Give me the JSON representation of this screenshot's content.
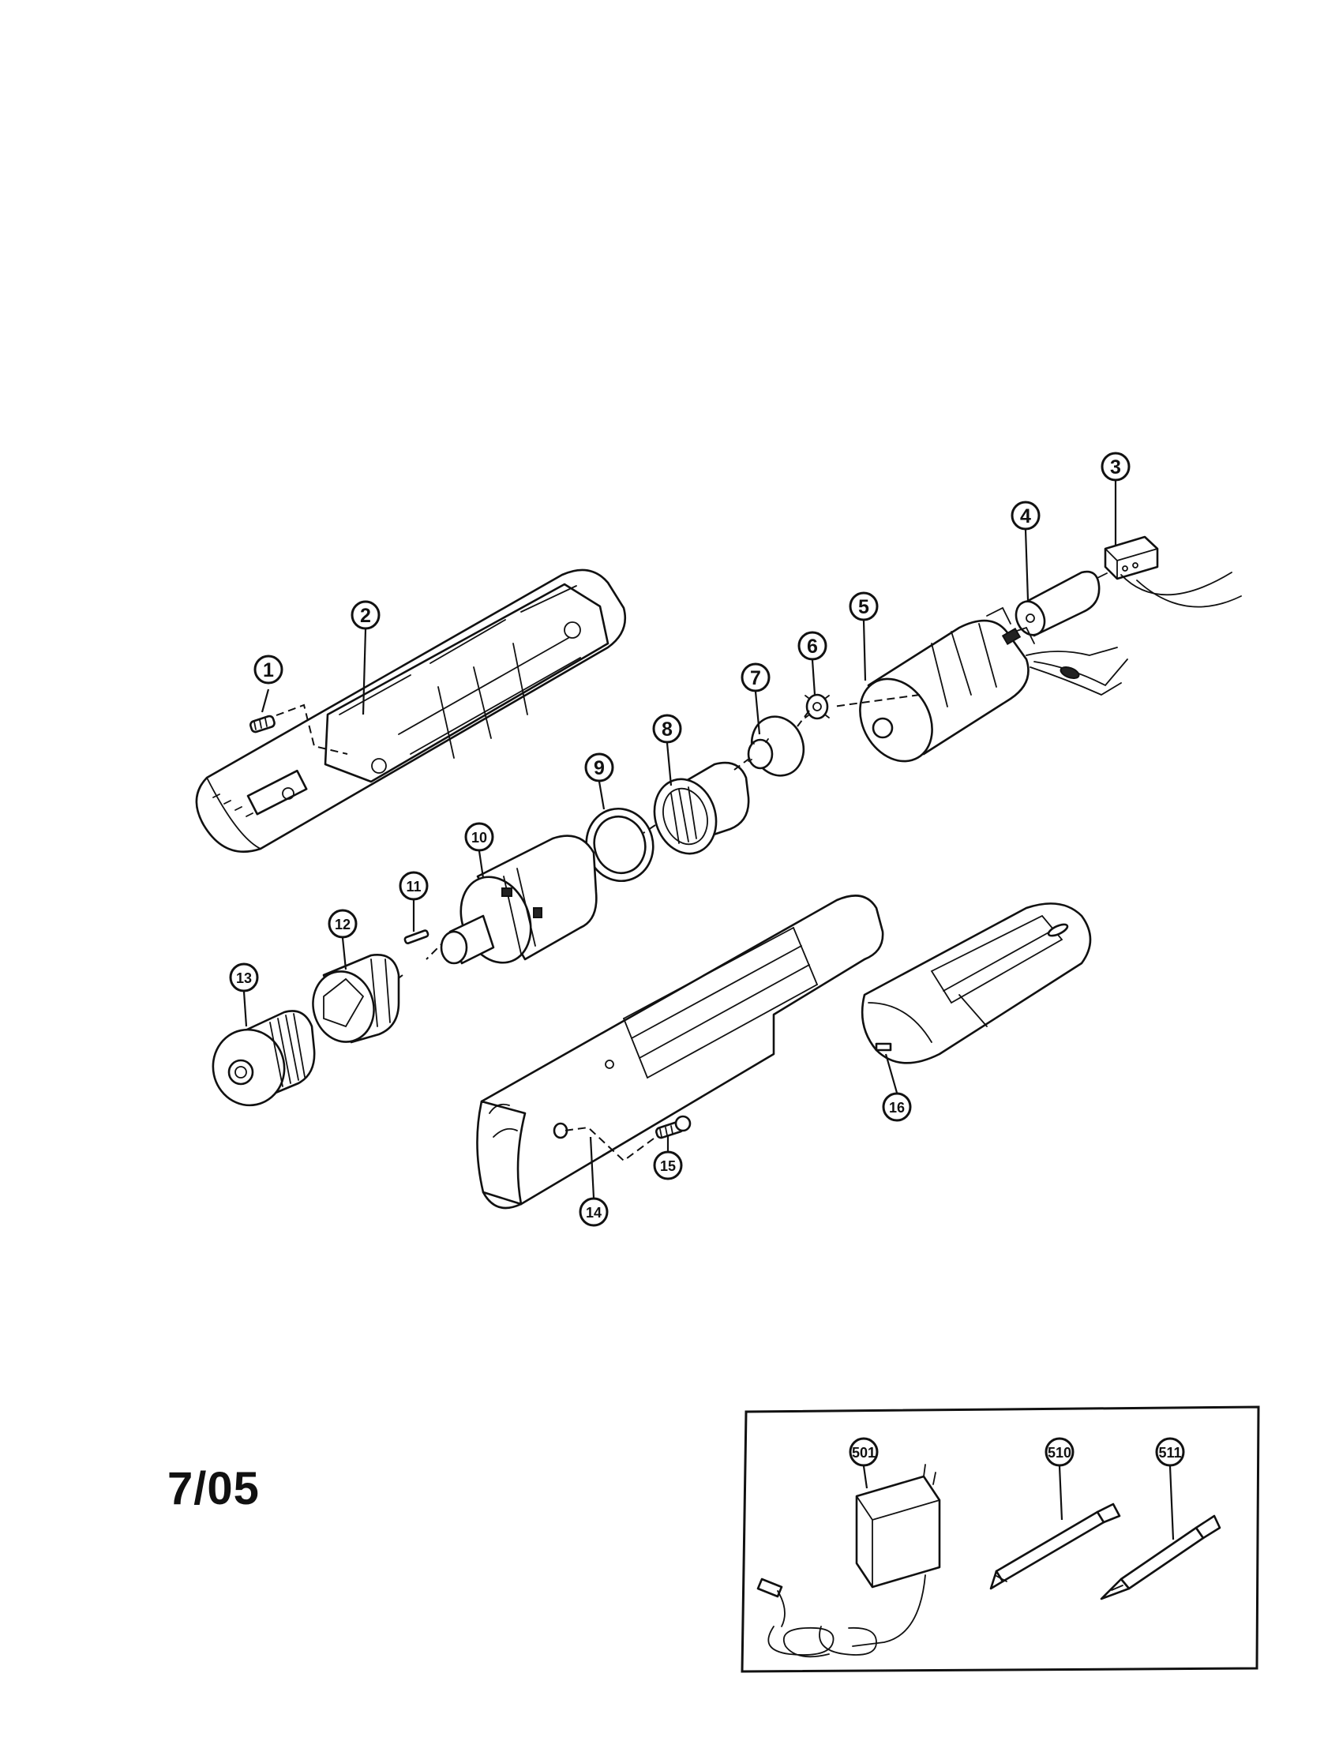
{
  "date_code": "7/05",
  "callouts": [
    {
      "id": "c1",
      "label": "1"
    },
    {
      "id": "c2",
      "label": "2"
    },
    {
      "id": "c3",
      "label": "3"
    },
    {
      "id": "c4",
      "label": "4"
    },
    {
      "id": "c5",
      "label": "5"
    },
    {
      "id": "c6",
      "label": "6"
    },
    {
      "id": "c7",
      "label": "7"
    },
    {
      "id": "c8",
      "label": "8"
    },
    {
      "id": "c9",
      "label": "9"
    },
    {
      "id": "c10",
      "label": "10"
    },
    {
      "id": "c11",
      "label": "11"
    },
    {
      "id": "c12",
      "label": "12"
    },
    {
      "id": "c13",
      "label": "13"
    },
    {
      "id": "c14",
      "label": "14"
    },
    {
      "id": "c15",
      "label": "15"
    },
    {
      "id": "c16",
      "label": "16"
    },
    {
      "id": "c501",
      "label": "501"
    },
    {
      "id": "c510",
      "label": "510"
    },
    {
      "id": "c511",
      "label": "511"
    }
  ]
}
